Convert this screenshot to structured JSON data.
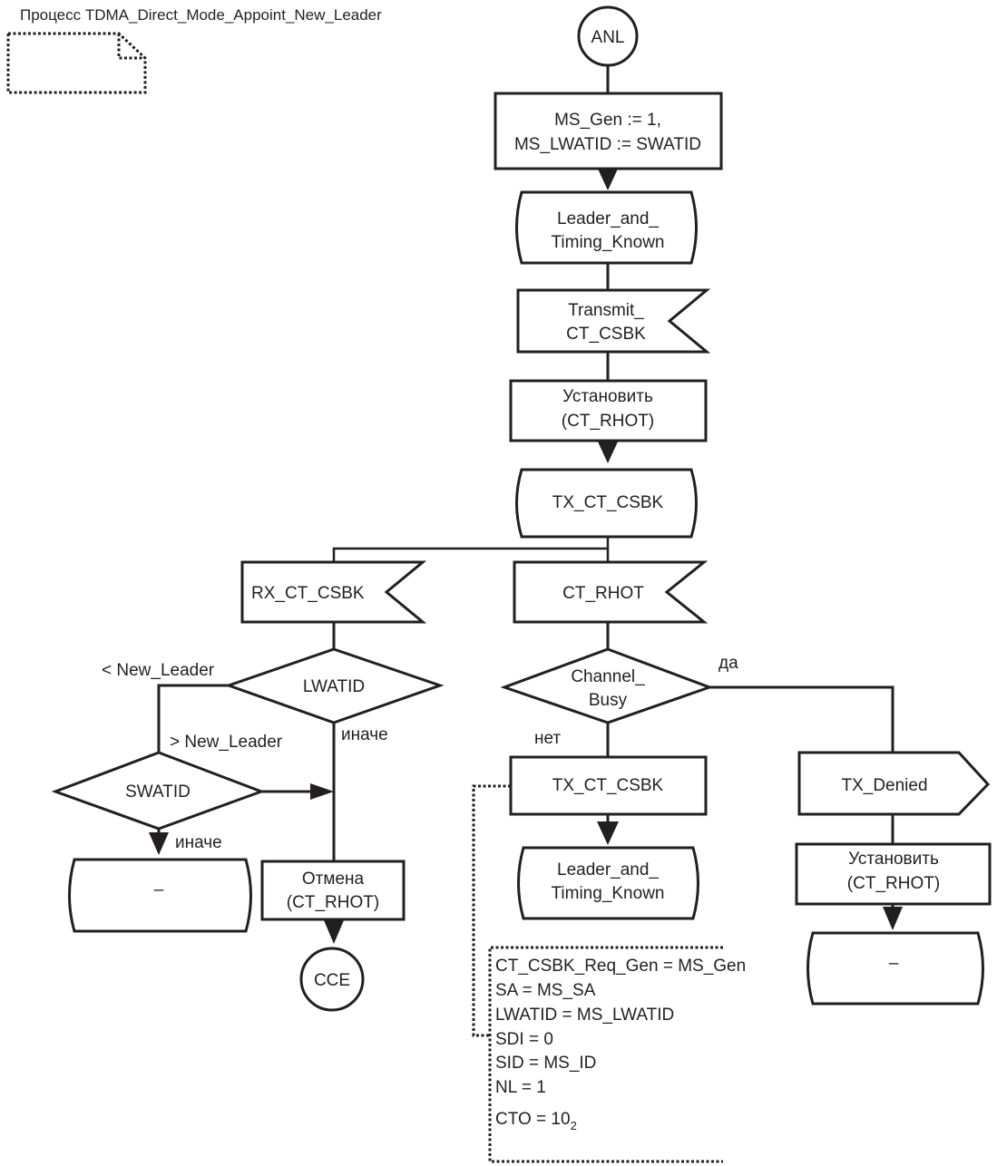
{
  "diagram": {
    "title": "Процесс TDMA_Direct_Mode_Appoint_New_Leader",
    "start": {
      "type": "connector",
      "label": "ANL"
    },
    "nodes": [
      {
        "id": "task-init",
        "type": "task",
        "lines": [
          "MS_Gen := 1,",
          "MS_LWATID := SWATID"
        ]
      },
      {
        "id": "state-leader-1",
        "type": "state",
        "lines": [
          "Leader_and_",
          "Timing_Known"
        ]
      },
      {
        "id": "input-transmit",
        "type": "input",
        "lines": [
          "Transmit_",
          "CT_CSBK"
        ]
      },
      {
        "id": "task-set-timer-1",
        "type": "task",
        "lines": [
          "Установить",
          "(CT_RHOT)"
        ]
      },
      {
        "id": "state-tx-csbk",
        "type": "state",
        "lines": [
          "TX_CT_CSBK"
        ]
      },
      {
        "id": "input-rx-csbk",
        "type": "input",
        "lines": [
          "RX_CT_CSBK"
        ]
      },
      {
        "id": "input-ct-rhot",
        "type": "input",
        "lines": [
          "CT_RHOT"
        ]
      },
      {
        "id": "decision-lwatid",
        "type": "decision",
        "lines": [
          "LWATID"
        ]
      },
      {
        "id": "decision-swatid",
        "type": "decision",
        "lines": [
          "SWATID"
        ]
      },
      {
        "id": "state-dash-left",
        "type": "state",
        "lines": [
          "–"
        ]
      },
      {
        "id": "task-cancel-timer",
        "type": "task",
        "lines": [
          "Отмена",
          "(CT_RHOT)"
        ]
      },
      {
        "id": "connector-cce",
        "type": "connector",
        "lines": [
          "CCE"
        ]
      },
      {
        "id": "decision-channel-busy",
        "type": "decision",
        "lines": [
          "Channel_",
          "Busy"
        ]
      },
      {
        "id": "task-tx-csbk",
        "type": "task",
        "lines": [
          "TX_CT_CSBK"
        ]
      },
      {
        "id": "state-leader-2",
        "type": "state",
        "lines": [
          "Leader_and_",
          "Timing_Known"
        ]
      },
      {
        "id": "output-tx-denied",
        "type": "output",
        "lines": [
          "TX_Denied"
        ]
      },
      {
        "id": "task-set-timer-2",
        "type": "task",
        "lines": [
          "Установить",
          "(CT_RHOT)"
        ]
      },
      {
        "id": "state-dash-right",
        "type": "state",
        "lines": [
          "–"
        ]
      }
    ],
    "branch_labels": {
      "lwatid_less": "< New_Leader",
      "lwatid_greater": "> New_Leader",
      "lwatid_else": "иначе",
      "swatid_else": "иначе",
      "busy_yes": "да",
      "busy_no": "нет"
    },
    "comment": {
      "lines": [
        "CT_CSBK_Req_Gen = MS_Gen",
        "SA = MS_SA",
        "LWATID = MS_LWATID",
        "SDI = 0",
        "SID = MS_ID",
        "NL = 1"
      ],
      "cto_label": "CTO = 10",
      "cto_subscript": "2"
    }
  }
}
